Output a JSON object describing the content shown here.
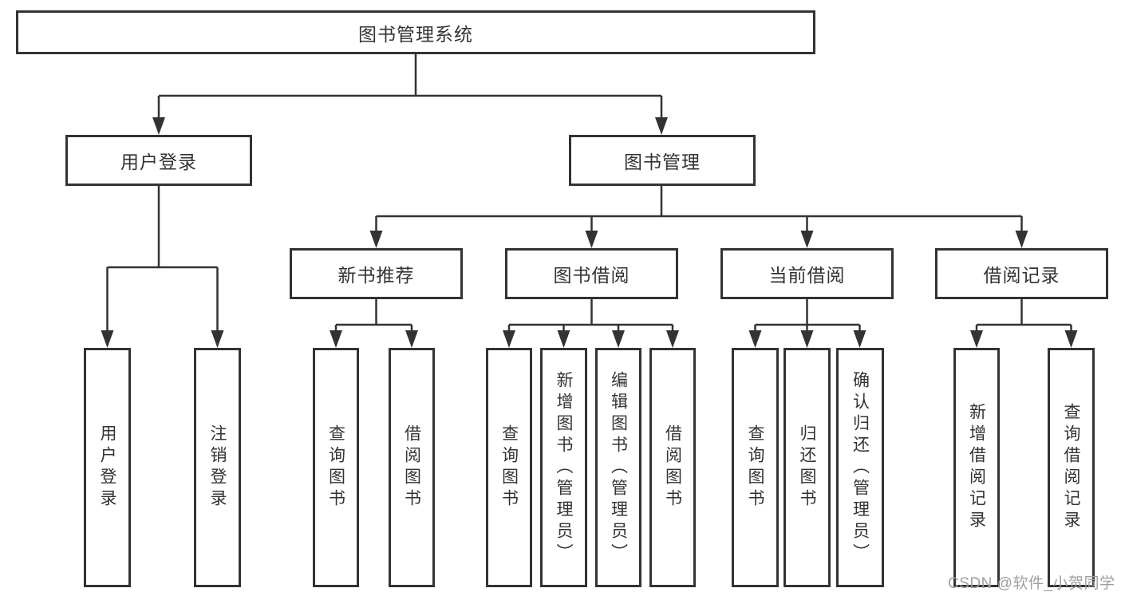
{
  "colors": {
    "line": "#333333",
    "text": "#333333",
    "box_bg": "#ffffff",
    "watermark": "#9f9f9f",
    "background": "#ffffff"
  },
  "watermark": {
    "text": "CSDN @软件_小贺同学"
  },
  "diagram": {
    "root": {
      "label": "图书管理系统"
    },
    "level2": {
      "user_login": {
        "label": "用户登录"
      },
      "book_management": {
        "label": "图书管理"
      }
    },
    "level3": {
      "new_book_recommend": {
        "label": "新书推荐"
      },
      "book_borrow": {
        "label": "图书借阅"
      },
      "current_borrow": {
        "label": "当前借阅"
      },
      "borrow_records": {
        "label": "借阅记录"
      }
    },
    "leaves": {
      "user_login": [
        "用户登录",
        "注销登录"
      ],
      "new_book_recommend": [
        "查询图书",
        "借阅图书"
      ],
      "book_borrow": [
        "查询图书",
        "新增图书（管理员）",
        "编辑图书（管理员）",
        "借阅图书"
      ],
      "current_borrow": [
        "查询图书",
        "归还图书",
        "确认归还（管理员）"
      ],
      "borrow_records": [
        "新增借阅记录",
        "查询借阅记录"
      ]
    }
  }
}
